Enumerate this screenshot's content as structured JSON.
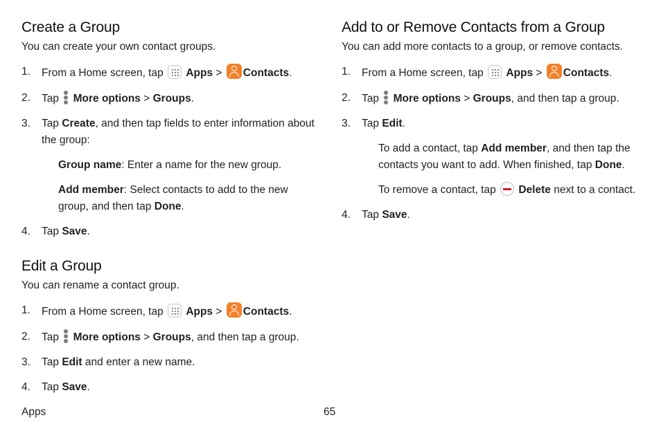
{
  "left": {
    "create": {
      "heading": "Create a Group",
      "intro": "You can create your own contact groups.",
      "s1": {
        "num": "1.",
        "pre": "From a Home screen, tap ",
        "apps": "Apps",
        "sep": " > ",
        "contacts": "Contacts",
        "end": "."
      },
      "s2": {
        "num": "2.",
        "pre": "Tap ",
        "more": "More options",
        "sep": " > ",
        "groups": "Groups",
        "end": "."
      },
      "s3": {
        "num": "3.",
        "pre": "Tap ",
        "create": "Create",
        "rest": ", and then tap fields to enter information about the group:"
      },
      "sub1": {
        "label": "Group name",
        "text": ": Enter a name for the new group."
      },
      "sub2": {
        "label": "Add member",
        "text": ": Select contacts to add to the new group, and then tap ",
        "done": "Done",
        "end": "."
      },
      "s4": {
        "num": "4.",
        "pre": "Tap ",
        "save": "Save",
        "end": "."
      }
    },
    "edit": {
      "heading": "Edit a Group",
      "intro": "You can rename a contact group.",
      "s1": {
        "num": "1.",
        "pre": "From a Home screen, tap ",
        "apps": "Apps",
        "sep": " > ",
        "contacts": "Contacts",
        "end": "."
      },
      "s2": {
        "num": "2.",
        "pre": "Tap ",
        "more": "More options",
        "sep": " > ",
        "groups": "Groups",
        "end": ", and then tap a group."
      },
      "s3": {
        "num": "3.",
        "pre": "Tap ",
        "edit": "Edit",
        "rest": " and enter a new name."
      },
      "s4": {
        "num": "4.",
        "pre": "Tap ",
        "save": "Save",
        "end": "."
      }
    }
  },
  "right": {
    "heading": "Add to or Remove Contacts from a Group",
    "intro": "You can add more contacts to a group, or remove contacts.",
    "s1": {
      "num": "1.",
      "pre": "From a Home screen, tap ",
      "apps": "Apps",
      "sep": " > ",
      "contacts": "Contacts",
      "end": "."
    },
    "s2": {
      "num": "2.",
      "pre": "Tap ",
      "more": "More options",
      "sep": " > ",
      "groups": "Groups",
      "end": ", and then tap a group."
    },
    "s3": {
      "num": "3.",
      "pre": "Tap ",
      "edit": "Edit",
      "end": "."
    },
    "sub1": {
      "pre": "To add a contact, tap ",
      "add": "Add member",
      "mid": ", and then tap the contacts you want to add. When finished, tap ",
      "done": "Done",
      "end": "."
    },
    "sub2": {
      "pre": "To remove a contact, tap ",
      "del": "Delete",
      "end": " next to a contact."
    },
    "s4": {
      "num": "4.",
      "pre": "Tap ",
      "save": "Save",
      "end": "."
    }
  },
  "footer": {
    "section": "Apps",
    "page": "65"
  },
  "icons": {
    "apps": "apps-grid-icon",
    "contacts": "contacts-icon",
    "more": "more-options-icon",
    "delete": "delete-minus-icon"
  },
  "colors": {
    "contacts_orange": "#f3802a",
    "delete_red": "#d0182f"
  }
}
